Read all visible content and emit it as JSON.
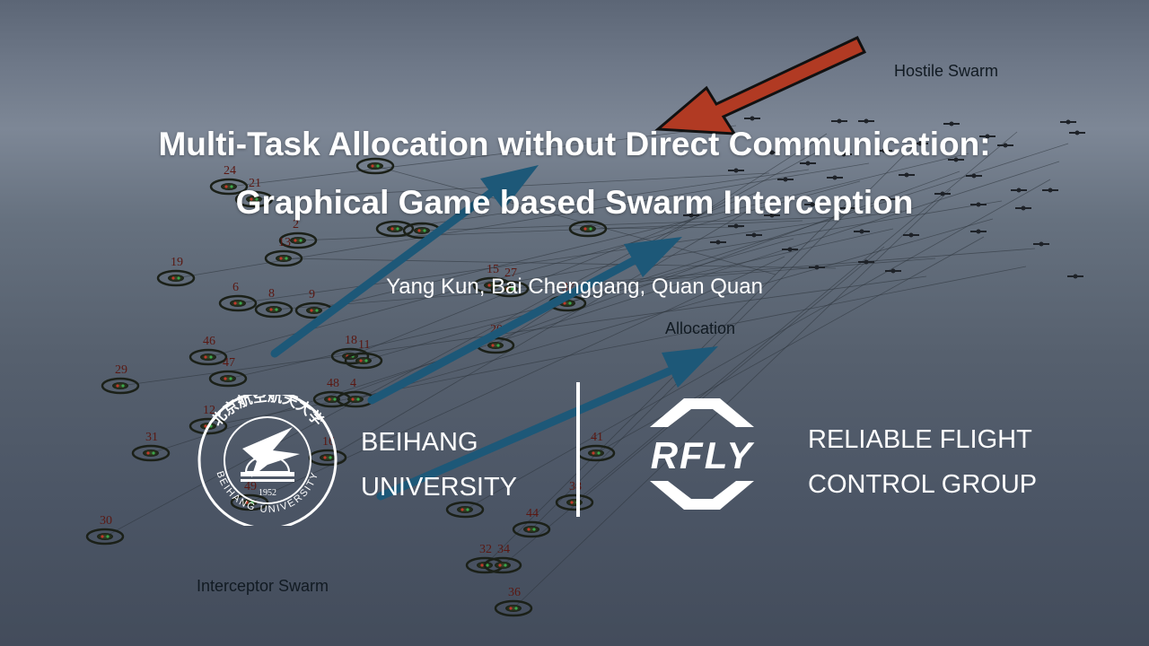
{
  "title_line1": "Multi-Task Allocation without Direct Communication:",
  "title_line2": "Graphical Game based Swarm Interception",
  "authors": "Yang Kun, Bai Chenggang, Quan Quan",
  "labels": {
    "hostile": "Hostile Swarm",
    "allocation": "Allocation",
    "interceptor": "Interceptor Swarm"
  },
  "beihang": {
    "line1": "BEIHANG",
    "line2": "UNIVERSITY",
    "seal_chinese": "北京航空航天大学",
    "seal_english": "BEIHANG UNIVERSITY",
    "seal_year": "1952"
  },
  "rfly": {
    "logo_text": "RFLY",
    "line1": "RELIABLE FLIGHT",
    "line2": "CONTROL GROUP"
  },
  "interceptor_ids": [
    "24",
    "21",
    "2",
    "13",
    "19",
    "6",
    "8",
    "9",
    "15",
    "27",
    "37",
    "18",
    "11",
    "20",
    "46",
    "47",
    "29",
    "48",
    "4",
    "12",
    "31",
    "16",
    "49",
    "30",
    "32",
    "34",
    "44",
    "36",
    "41",
    "38"
  ],
  "colors": {
    "hostile_arrow": "#b13a23",
    "allocation_arrow": "#1d5878",
    "text_white": "#ffffff"
  }
}
